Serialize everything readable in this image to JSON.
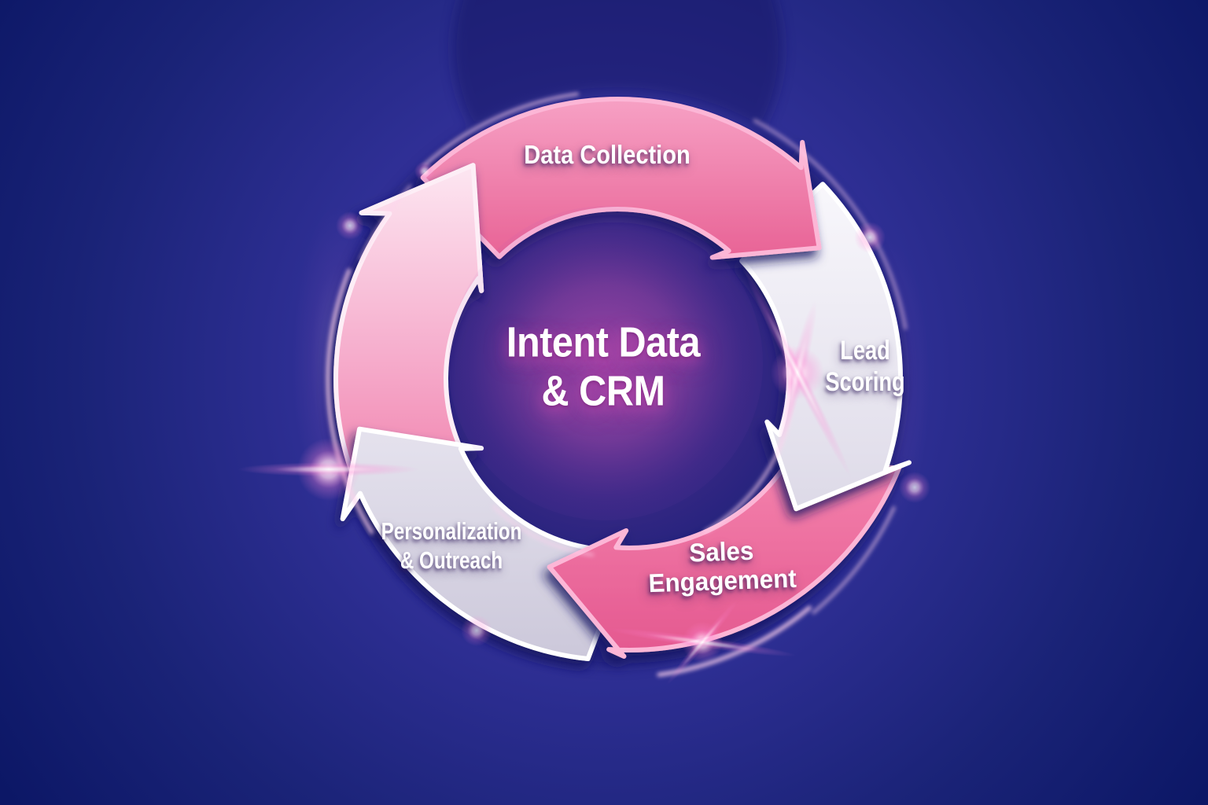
{
  "diagram": {
    "center": {
      "title": "Intent Data\n& CRM"
    },
    "steps": [
      {
        "id": "data-collection",
        "label": "Data Collection",
        "style": "pink"
      },
      {
        "id": "lead-scoring",
        "label": "Lead\nScoring",
        "style": "light"
      },
      {
        "id": "sales-engagement",
        "label": "Sales\nEngagement",
        "style": "pink"
      },
      {
        "id": "personalization-outreach",
        "label": "Personalization\n& Outreach",
        "style": "light"
      },
      {
        "id": "cycle-return",
        "label": "",
        "style": "pink-fade"
      }
    ]
  },
  "colors": {
    "bg_inner": "#4a3aa4",
    "bg_mid": "#2f2f95",
    "bg_outer": "#1a2377",
    "bg_edge": "#0c1766",
    "glow_core": "#e85fcb",
    "glow_mid": "#9a44bb",
    "dc_light": "#f7a3c6",
    "dc_deep": "#e86295",
    "sales_light": "#f687b0",
    "sales_deep": "#e2538c",
    "left_light": "#fdeaf4",
    "left_mid": "#f6aecd",
    "left_deep": "#ee6f9f",
    "white_light": "#faf9fd",
    "white_mid": "#e3e0ec",
    "white_deep": "#c9c5d8",
    "pink_rim": "#fcb6d6",
    "white_rim": "#ffffff",
    "left_rim": "#fdeef6",
    "shadow": "#191264",
    "flare_core": "#ffffff",
    "flare": "#ffd2ee",
    "flare_mid": "#ff86d5"
  }
}
